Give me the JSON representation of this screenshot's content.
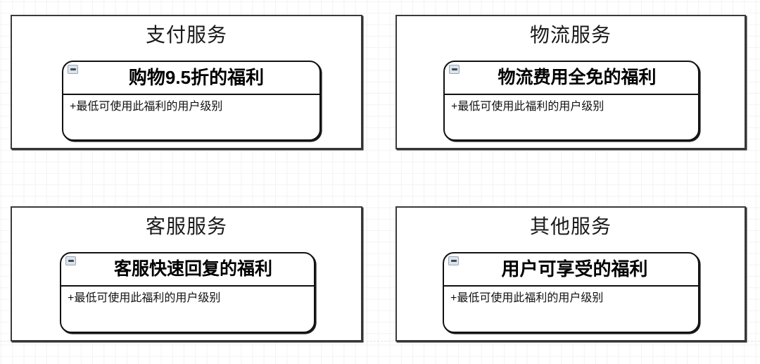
{
  "canvas": {
    "background": "#ffffff",
    "grid_minor_color": "#f2f3f4",
    "grid_major_color": "#e7e9ea",
    "panel_border_color": "#3a3a3a",
    "card_border_color": "#111111",
    "collapse_icon_fill": "#dde3e9",
    "collapse_icon_border": "#98a7b5",
    "collapse_icon_bar": "#3e4a55"
  },
  "panels": [
    {
      "title": "支付服务",
      "card": {
        "icon": "collapse-minus-icon",
        "title": "购物9.5折的福利",
        "rows": [
          "+最低可使用此福利的用户级别"
        ]
      }
    },
    {
      "title": "物流服务",
      "card": {
        "icon": "collapse-minus-icon",
        "title": "物流费用全免的福利",
        "rows": [
          "+最低可使用此福利的用户级别"
        ]
      }
    },
    {
      "title": "客服服务",
      "card": {
        "icon": "collapse-minus-icon",
        "title": "客服快速回复的福利",
        "rows": [
          "+最低可使用此福利的用户级别"
        ]
      }
    },
    {
      "title": "其他服务",
      "card": {
        "icon": "collapse-minus-icon",
        "title": "用户可享受的福利",
        "rows": [
          "+最低可使用此福利的用户级别"
        ]
      }
    }
  ]
}
